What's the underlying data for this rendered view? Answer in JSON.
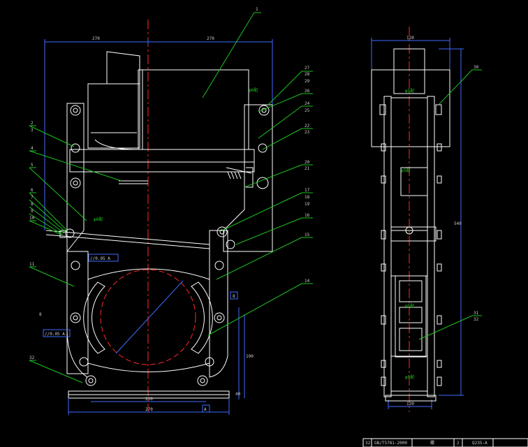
{
  "front_view": {
    "dims": {
      "top_left": "270",
      "top_right": "270",
      "bottom_base": "250",
      "bottom_total": "270",
      "right_height": "190",
      "right_small": "40",
      "gap_right": "8",
      "left_small": "8"
    },
    "callouts": {
      "vertical_offset": "//0.05 A",
      "base_ref": "A",
      "pivot_tol": "//0.05 A"
    },
    "leader_labels": [
      {
        "id": "c1",
        "text": "1"
      },
      {
        "id": "c27",
        "text": "27"
      },
      {
        "id": "c28",
        "text": "28"
      },
      {
        "id": "c29",
        "text": "29"
      },
      {
        "id": "c26",
        "text": "26"
      },
      {
        "id": "c24",
        "text": "24"
      },
      {
        "id": "c25",
        "text": "25"
      },
      {
        "id": "c22",
        "text": "22"
      },
      {
        "id": "c23",
        "text": "23"
      },
      {
        "id": "c20",
        "text": "20"
      },
      {
        "id": "c21",
        "text": "21"
      },
      {
        "id": "c17",
        "text": "17"
      },
      {
        "id": "c18",
        "text": "18"
      },
      {
        "id": "c19",
        "text": "19"
      },
      {
        "id": "c16",
        "text": "16"
      },
      {
        "id": "c15",
        "text": "15"
      },
      {
        "id": "c14",
        "text": "14"
      },
      {
        "id": "c2",
        "text": "2"
      },
      {
        "id": "c3",
        "text": "3"
      },
      {
        "id": "c4",
        "text": "4"
      },
      {
        "id": "c5",
        "text": "5"
      },
      {
        "id": "c6",
        "text": "6"
      },
      {
        "id": "c7",
        "text": "7"
      },
      {
        "id": "c8",
        "text": "8"
      },
      {
        "id": "c9",
        "text": "9"
      },
      {
        "id": "c10",
        "text": "10"
      },
      {
        "id": "c11",
        "text": "11"
      },
      {
        "id": "c32",
        "text": "32"
      }
    ],
    "small_notes": {
      "pin_note": "φ6配",
      "pin_note2": "φ6配"
    }
  },
  "side_view": {
    "dims": {
      "top": "120",
      "height": "540",
      "bottom": "120"
    },
    "leader_labels": [
      {
        "id": "s30",
        "text": "30"
      },
      {
        "id": "s31",
        "text": "31"
      },
      {
        "id": "s32",
        "text": "32"
      }
    ],
    "notes": {
      "pin_note": "φ5配",
      "mid_note": "φ5配",
      "lower_note": "φ5配",
      "bottom_note": "φ5配"
    }
  },
  "title_block": {
    "row": [
      "32",
      "GB/T5781-2000",
      "螺",
      "2",
      "Q235-A",
      ""
    ]
  }
}
